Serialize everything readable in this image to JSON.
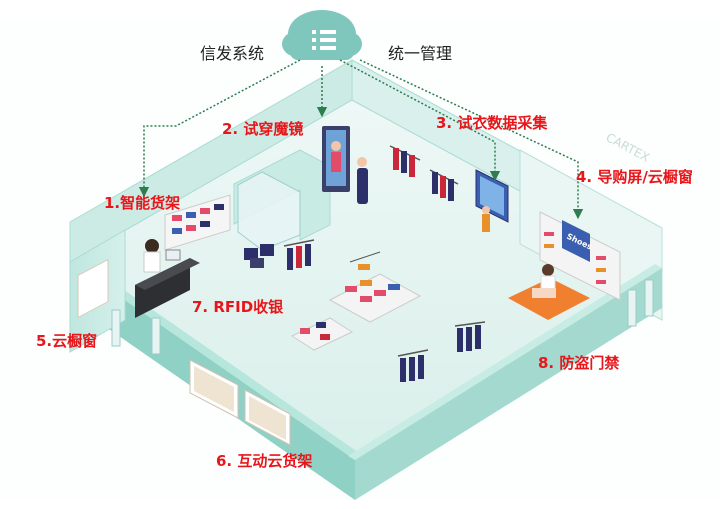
{
  "cloud": {
    "left_label": "信发系统",
    "right_label": "统一管理"
  },
  "areas": [
    {
      "id": "smart-shelf",
      "label": "1.智能货架"
    },
    {
      "id": "magic-mirror",
      "label": "2. 试穿魔镜"
    },
    {
      "id": "fitting-data",
      "label": "3. 试衣数据采集"
    },
    {
      "id": "guide-screen",
      "label": "4. 导购屏/云橱窗"
    },
    {
      "id": "cloud-window",
      "label": "5.云橱窗"
    },
    {
      "id": "interactive-shelf",
      "label": "6. 互动云货架"
    },
    {
      "id": "rfid-checkout",
      "label": "7. RFID收银"
    },
    {
      "id": "anti-theft-gate",
      "label": "8. 防盗门禁"
    }
  ],
  "shop_sign": "Shoes",
  "wall_text": "CARTEX",
  "colors": {
    "label_red": "#e8161b",
    "wall_teal": "#a9dcd3",
    "floor": "#e4f4f1",
    "dotted_line": "#2e7d4f",
    "cloud": "#7fc6bd"
  }
}
